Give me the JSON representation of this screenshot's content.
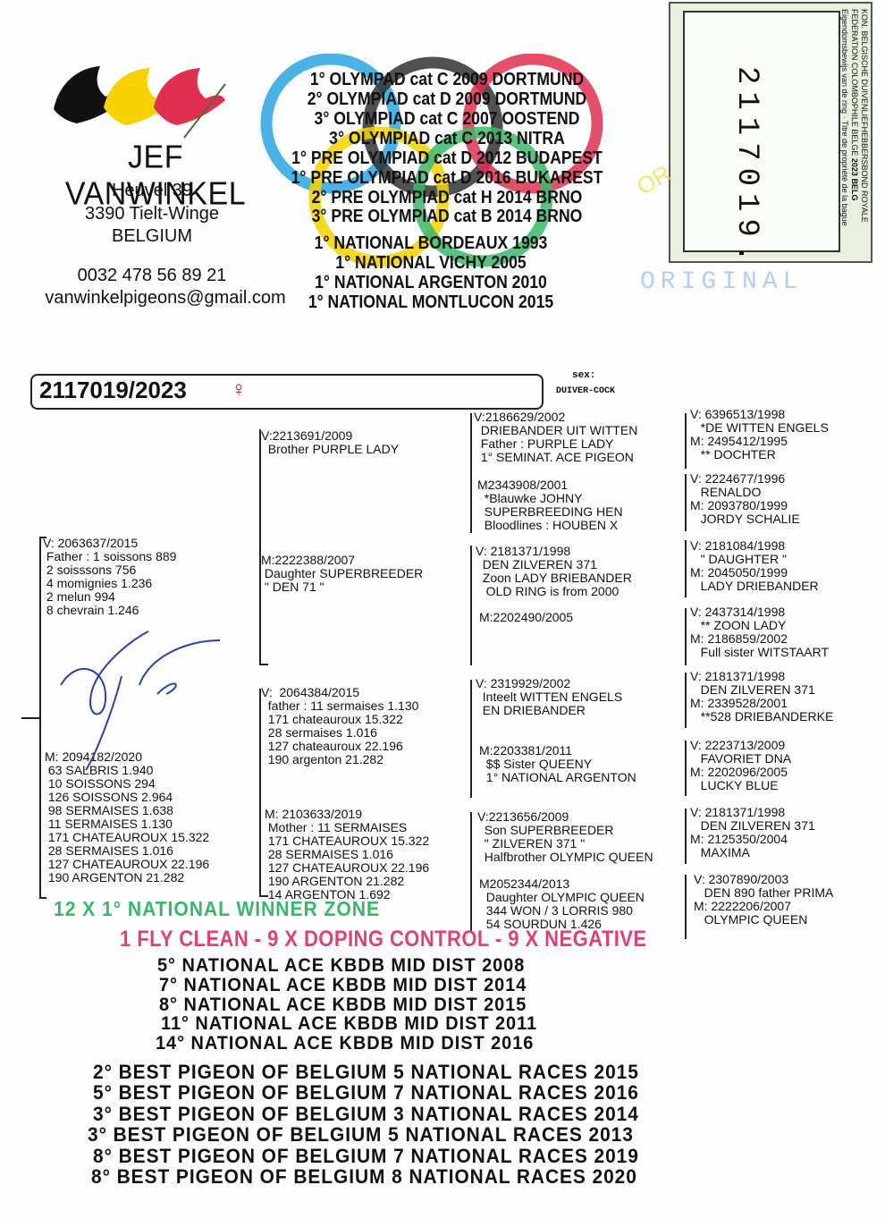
{
  "breeder": {
    "name": "JEF VANWINKEL",
    "street": "Heuvel 39",
    "city": "3390 Tielt-Winge",
    "country": "BELGIUM",
    "phone": "0032 478 56 89 21",
    "email": "vanwinkelpigeons@gmail.com"
  },
  "achievements": [
    "1° OLYMPAD cat C 2009 DORTMUND",
    "2° OLYMPIAD cat D 2009 DORTMUND",
    "3° OLYMPIAD cat C 2007 OOSTEND",
    "3° OLYMPIAD cat C 2013 NITRA",
    "1° PRE OLYMPIAD cat D 2012 BUDAPEST",
    "1° PRE OLYMPIAD cat D 2016 BUKAREST",
    "2° PRE OLYMPIAD cat H 2014 BRNO",
    "3° PRE OLYMPIAD cat B 2014 BRNO",
    "1° NATIONAL BORDEAUX 1993",
    "1° NATIONAL VICHY 2005",
    "1° NATIONAL ARGENTON 2010",
    "1° NATIONAL MONTLUCON 2015"
  ],
  "ringcard": {
    "number": "2117019.",
    "year": "2023",
    "country": "BELG",
    "org": "KON. BELGISCHE DUIVENLIEFHEBBERSBOND ROYALE FEDERATION COLOMBOPHILE BELGE",
    "title": "Eigendomsbewijs van de ring · Titre de propriété de la bague"
  },
  "watermark": "ORIGINAL",
  "watermark2": "OR",
  "pigeon": {
    "ring": "2117019/2023",
    "sex_symbol": "♀",
    "sex_label": "sex:",
    "sex_value": "DUIVER-COCK"
  },
  "pedigree": {
    "father": "V: 2063637/2015\n Father : 1 soissons 889\n 2 soisssons 756\n 4 momignies 1.236\n 2 melun 994\n 8 chevrain 1.246",
    "mother": "M: 2094182/2020\n 63 SALBRIS 1.940\n 10 SOISSONS 294\n 126 SOISSONS 2.964\n 98 SERMAISES 1.638\n 11 SERMAISES 1.130\n 171 CHATEAUROUX 15.322\n 28 SERMAISES 1.016\n 127 CHATEAUROUX 22.196\n 190 ARGENTON 21.282",
    "gp": [
      "V:2213691/2009\n  Brother PURPLE LADY",
      "M:2222388/2007\n Daughter SUPERBREEDER\n \" DEN 71 \"",
      "V:  2064384/2015\n  father : 11 sermaises 1.130\n  171 chateauroux 15.322\n  28 sermaises 1.016\n  127 chateauroux 22.196\n  190 argenton 21.282",
      "M: 2103633/2019\n Mother : 11 SERMAISES\n 171 CHATEAUROUX 15.322\n 28 SERMAISES 1.016\n 127 CHATEAUROUX 22.196\n 190 ARGENTON 21.282\n 14 ARGENTON 1.692"
    ],
    "ggp": [
      "V:2186629/2002\n  DRIEBANDER UIT WITTEN\n  Father : PURPLE LADY\n  1° SEMINAT. ACE PIGEON",
      "M2343908/2001\n  *Blauwke JOHNY\n  SUPERBREEDING HEN\n  Bloodlines : HOUBEN X",
      "V: 2181371/1998\n  DEN ZILVEREN 371\n  Zoon LADY BRIEBANDER\n   OLD RING is from 2000",
      "M:2202490/2005",
      "V: 2319929/2002\n  Inteelt WITTEN ENGELS\n  EN DRIEBANDER",
      "M:2203381/2011\n  $$ Sister QUEENY\n  1° NATIONAL ARGENTON",
      "V:2213656/2009\n  Son SUPERBREEDER\n  \" ZILVEREN 371 \"\n  Halfbrother OLYMPIC QUEEN",
      "M2052344/2013\n  Daughter OLYMPIC QUEEN\n  344 WON / 3 LORRIS 980\n  54 SOURDUN 1.426"
    ],
    "gggp": [
      "V: 6396513/1998\n   *DE WITTEN ENGELS\nM: 2495412/1995\n   ** DOCHTER",
      "V: 2224677/1996\n   RENALDO\nM: 2093780/1999\n   JORDY SCHALIE",
      "V: 2181084/1998\n   \" DAUGHTER \"\nM: 2045050/1999\n   LADY DRIEBANDER",
      "V: 2437314/1998\n   ** ZOON LADY\nM: 2186859/2002\n   Full sister WITSTAART",
      "V: 2181371/1998\n   DEN ZILVEREN 371\nM: 2339528/2001\n   **528 DRIEBANDERKE",
      "V: 2223713/2009\n   FAVORIET DNA\nM: 2202096/2005\n   LUCKY BLUE",
      "V: 2181371/1998\n   DEN ZILVEREN 371\nM: 2125350/2004\n   MAXIMA",
      "V: 2307890/2003\n   DEN 890 father PRIMA\nM: 2222206/2007\n   OLYMPIC QUEEN"
    ]
  },
  "banner_green": "12 X 1° NATIONAL WINNER ZONE",
  "banner_pink": "1 FLY CLEAN - 9 X DOPING CONTROL - 9 X NEGATIVE",
  "ace": [
    "5° NATIONAL ACE KBDB MID DIST 2008",
    "7° NATIONAL ACE KBDB MID DIST 2014",
    "8° NATIONAL ACE KBDB MID DIST 2015",
    "11° NATIONAL ACE KBDB MID DIST 2011",
    "14° NATIONAL ACE KBDB MID DIST 2016"
  ],
  "best": [
    "2° BEST PIGEON OF BELGIUM 5 NATIONAL RACES 2015",
    "5° BEST PIGEON OF BELGIUM 7 NATIONAL RACES 2016",
    "3° BEST PIGEON OF BELGIUM 3 NATIONAL RACES 2014",
    "3° BEST PIGEON OF BELGIUM 5 NATIONAL RACES 2013",
    "8° BEST PIGEON OF BELGIUM 7 NATIONAL RACES 2019",
    "8° BEST PIGEON OF BELGIUM 8 NATIONAL RACES 2020"
  ],
  "colors": {
    "black": "#111111",
    "yellow": "#f5d200",
    "red": "#e03050",
    "green": "#3ab86a",
    "pink": "#e0407a",
    "blue": "#2aa6e0"
  }
}
